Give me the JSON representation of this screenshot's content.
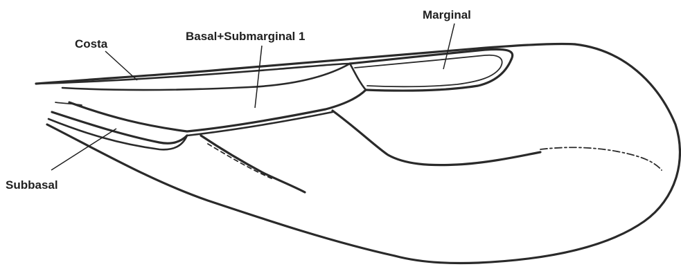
{
  "labels": {
    "costa": "Costa",
    "basal_submarginal": "Basal+Submarginal 1",
    "marginal": "Marginal",
    "subbasal": "Subbasal"
  }
}
